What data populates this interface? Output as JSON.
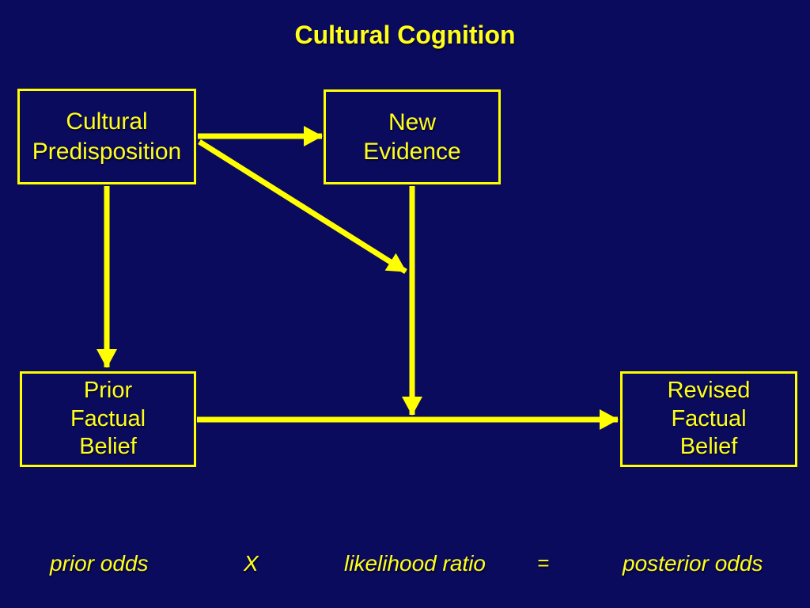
{
  "slide": {
    "title": "Cultural Cognition",
    "background_color": "#0b0b5e",
    "accent_color": "#ffff00",
    "text_color": "#ffff1a"
  },
  "nodes": {
    "cultural_predisposition": {
      "label": "Cultural\nPredisposition"
    },
    "new_evidence": {
      "label": "New\nEvidence"
    },
    "prior_factual_belief": {
      "label": "Prior\nFactual\nBelief"
    },
    "revised_factual_belief": {
      "label": "Revised\nFactual\nBelief"
    }
  },
  "edges": [
    {
      "from": "cultural-predisposition",
      "to": "new-evidence",
      "style": "horizontal-arrow"
    },
    {
      "from": "cultural-predisposition",
      "to": "prior-factual-belief",
      "style": "vertical-arrow"
    },
    {
      "from": "cultural-predisposition",
      "to": "new-evidence-downward-path",
      "style": "diagonal-arrow"
    },
    {
      "from": "new-evidence",
      "to": "prior-to-revised-arrow",
      "style": "vertical-arrow"
    },
    {
      "from": "prior-factual-belief",
      "to": "revised-factual-belief",
      "style": "horizontal-arrow"
    }
  ],
  "formula": {
    "prior_odds": "prior odds",
    "times": "X",
    "likelihood_ratio": "likelihood ratio",
    "equals": "=",
    "posterior_odds": "posterior odds"
  }
}
